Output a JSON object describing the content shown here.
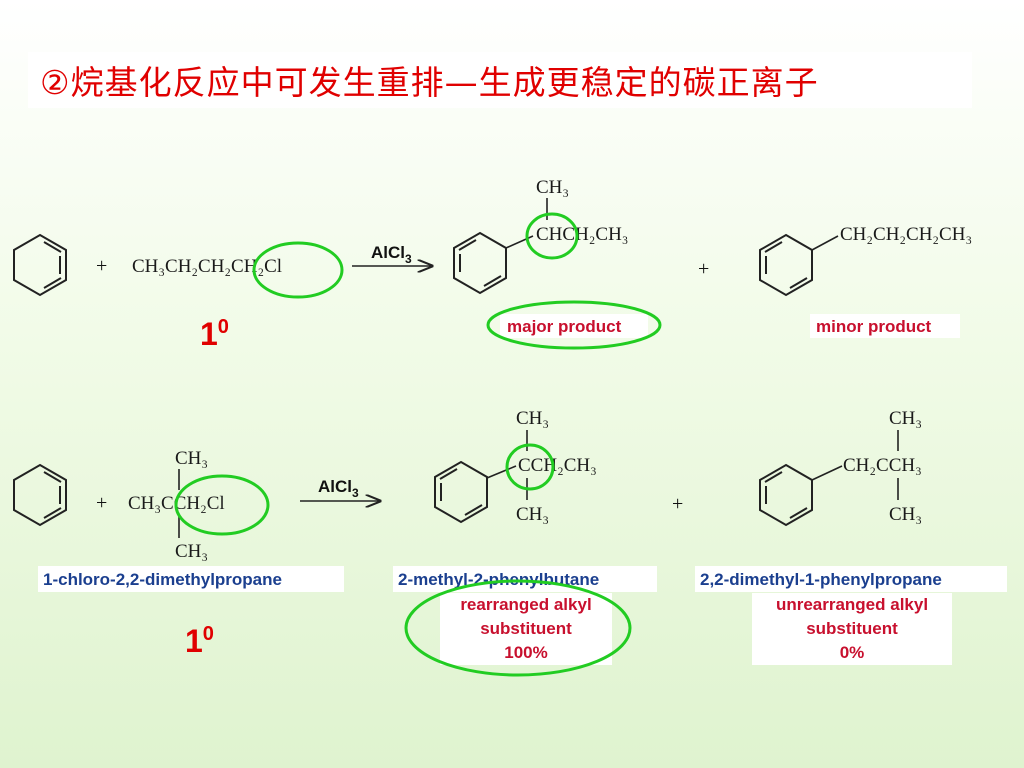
{
  "title": "②烷基化反应中可发生重排—生成更稳定的碳正离子",
  "reagent": {
    "main": "AlCl",
    "sub": "3"
  },
  "plus": "+",
  "order": {
    "main": "1",
    "sup": "0"
  },
  "reaction1": {
    "reactant": "CH₃CH₂CH₂CH₂Cl",
    "major_product": {
      "top": "CH₃",
      "chain": "CHCH₂CH₃"
    },
    "minor_product": {
      "chain": "CH₂CH₂CH₂CH₃"
    },
    "major_label": "major product",
    "minor_label": "minor product"
  },
  "reaction2": {
    "reactant": {
      "top": "CH₃",
      "chain": "CH₃CCH₂Cl",
      "bottom": "CH₃"
    },
    "reactant_name": "1-chloro-2,2-dimethylpropane",
    "product1": {
      "top": "CH₃",
      "chain": "CCH₂CH₃",
      "bottom": "CH₃"
    },
    "product1_name": "2-methyl-2-phenylbutane",
    "product1_desc": [
      "rearranged alkyl",
      "substituent",
      "100%"
    ],
    "product2": {
      "top": "CH₃",
      "chain": "CH₂CCH₃",
      "bottom": "CH₃"
    },
    "product2_name": "2,2-dimethyl-1-phenylpropane",
    "product2_desc": [
      "unrearranged alkyl",
      "substituent",
      "0%"
    ]
  }
}
